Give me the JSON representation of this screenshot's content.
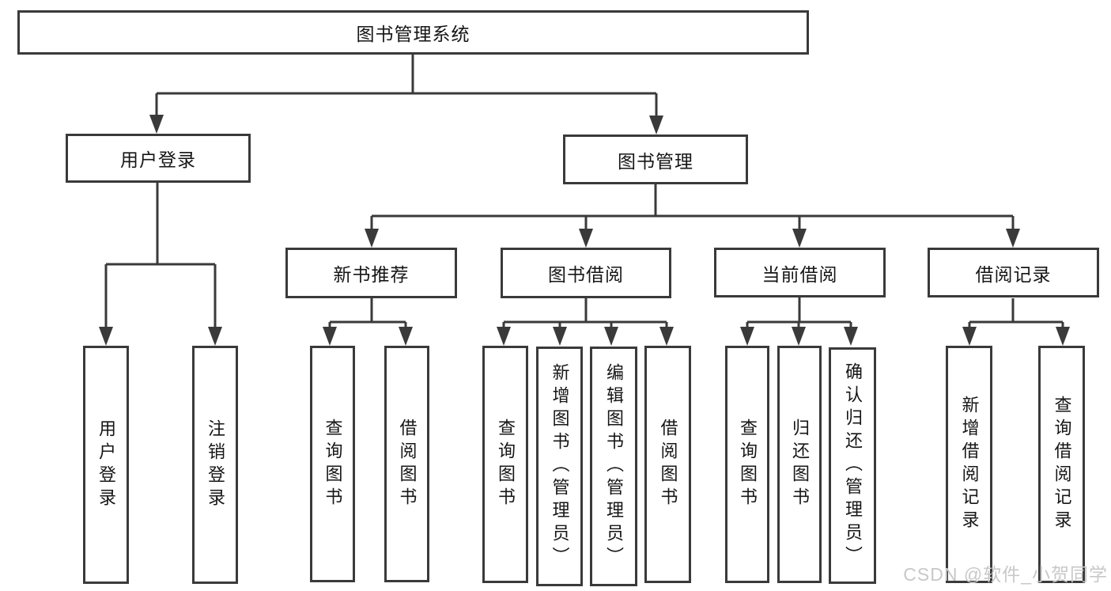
{
  "diagram": {
    "root": {
      "label": "图书管理系统"
    },
    "branches": [
      {
        "label": "用户登录",
        "children": [
          {
            "label": "用户登录"
          },
          {
            "label": "注销登录"
          }
        ]
      },
      {
        "label": "图书管理",
        "children": [
          {
            "label": "新书推荐",
            "children": [
              {
                "label": "查询图书"
              },
              {
                "label": "借阅图书"
              }
            ]
          },
          {
            "label": "图书借阅",
            "children": [
              {
                "label": "查询图书"
              },
              {
                "label": "新增图书（管理员）"
              },
              {
                "label": "编辑图书（管理员）"
              },
              {
                "label": "借阅图书"
              }
            ]
          },
          {
            "label": "当前借阅",
            "children": [
              {
                "label": "查询图书"
              },
              {
                "label": "归还图书"
              },
              {
                "label": "确认归还（管理员）"
              }
            ]
          },
          {
            "label": "借阅记录",
            "children": [
              {
                "label": "新增借阅记录"
              },
              {
                "label": "查询借阅记录"
              }
            ]
          }
        ]
      }
    ]
  },
  "watermark": {
    "text": "CSDN @软件_小贺同学"
  },
  "colors": {
    "line": "#3a3a3a",
    "text": "#161616",
    "watermark": "#c8c8c8",
    "background": "#ffffff"
  }
}
